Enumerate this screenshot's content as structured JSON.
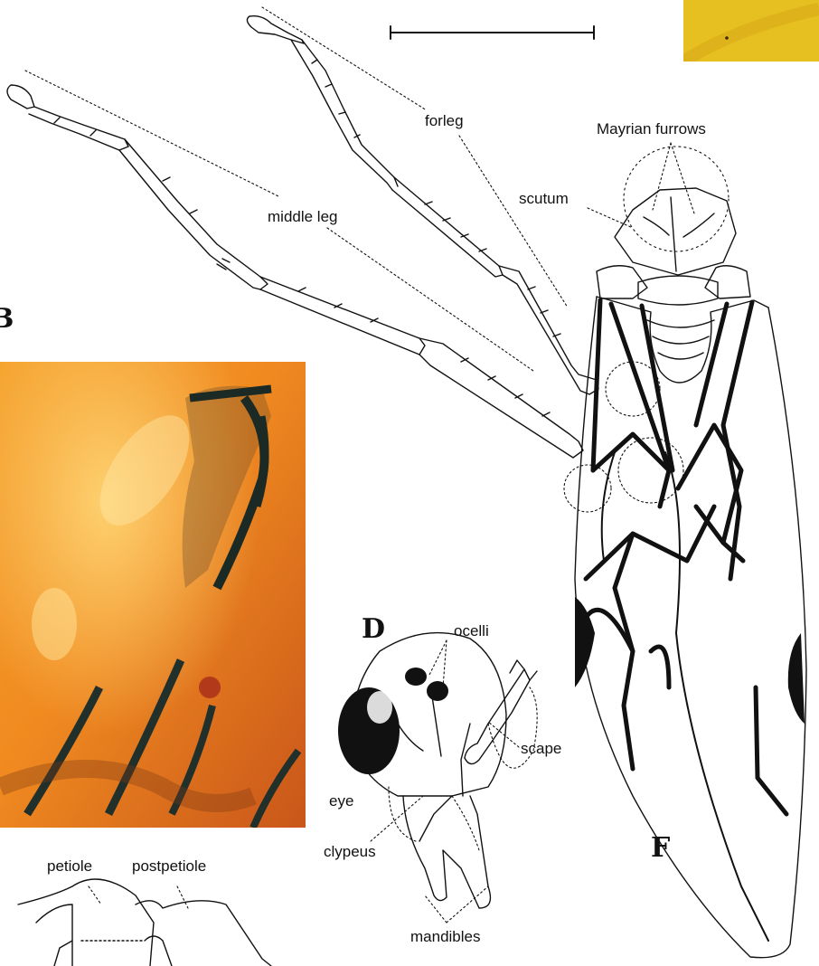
{
  "figure": {
    "panels": {
      "b": "B",
      "d": "D",
      "f": "F"
    },
    "labels": {
      "forleg": "forleg",
      "mayrian_furrows": "Mayrian furrows",
      "scutum": "scutum",
      "middle_leg": "middle leg",
      "ocelli": "ocelli",
      "scape": "scape",
      "eye": "eye",
      "clypeus": "clypeus",
      "mandibles": "mandibles",
      "petiole": "petiole",
      "postpetiole": "postpetiole"
    },
    "colors": {
      "amber_light": "#f7b23a",
      "amber_dark": "#d9661a",
      "corner_photo": "#e6c020",
      "ink": "#111111"
    }
  }
}
